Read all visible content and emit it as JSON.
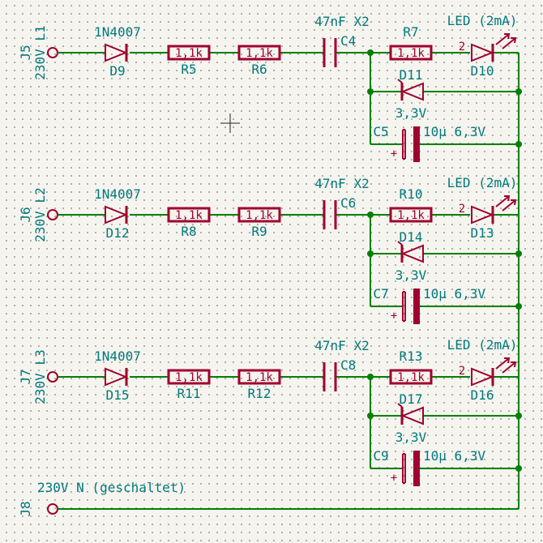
{
  "channels": [
    {
      "jack": "J5",
      "line": "230V L1",
      "rectifier": {
        "ref": "D9",
        "value": "1N4007"
      },
      "r1": {
        "ref": "R5",
        "value": "1,1k"
      },
      "r2": {
        "ref": "R6",
        "value": "1,1k"
      },
      "cap": {
        "ref": "C4",
        "value": "47nF X2"
      },
      "r_led": {
        "ref": "R7",
        "value": "1,1k"
      },
      "led": {
        "ref": "D10",
        "value": "LED (2mA)",
        "pin": "2"
      },
      "zener": {
        "ref": "D11",
        "value": "3,3V"
      },
      "elcap": {
        "ref": "C5",
        "value": "10µ 6,3V",
        "polarity": "+"
      }
    },
    {
      "jack": "J6",
      "line": "230V L2",
      "rectifier": {
        "ref": "D12",
        "value": "1N4007"
      },
      "r1": {
        "ref": "R8",
        "value": "1,1k"
      },
      "r2": {
        "ref": "R9",
        "value": "1,1k"
      },
      "cap": {
        "ref": "C6",
        "value": "47nF X2"
      },
      "r_led": {
        "ref": "R10",
        "value": "1,1k"
      },
      "led": {
        "ref": "D13",
        "value": "LED (2mA)",
        "pin": "2"
      },
      "zener": {
        "ref": "D14",
        "value": "3,3V"
      },
      "elcap": {
        "ref": "C7",
        "value": "10µ 6,3V",
        "polarity": "+"
      }
    },
    {
      "jack": "J7",
      "line": "230V L3",
      "rectifier": {
        "ref": "D15",
        "value": "1N4007"
      },
      "r1": {
        "ref": "R11",
        "value": "1,1k"
      },
      "r2": {
        "ref": "R12",
        "value": "1,1k"
      },
      "cap": {
        "ref": "C8",
        "value": "47nF X2"
      },
      "r_led": {
        "ref": "R13",
        "value": "1,1k"
      },
      "led": {
        "ref": "D16",
        "value": "LED (2mA)",
        "pin": "2"
      },
      "zener": {
        "ref": "D17",
        "value": "3,3V"
      },
      "elcap": {
        "ref": "C9",
        "value": "10µ 6,3V",
        "polarity": "+"
      }
    }
  ],
  "neutral": {
    "jack": "J8",
    "label": "230V N (geschaltet)"
  },
  "colors": {
    "wire": "#008000",
    "component": "#a0002f",
    "text": "#00797b",
    "background": "#f5f4ef"
  }
}
